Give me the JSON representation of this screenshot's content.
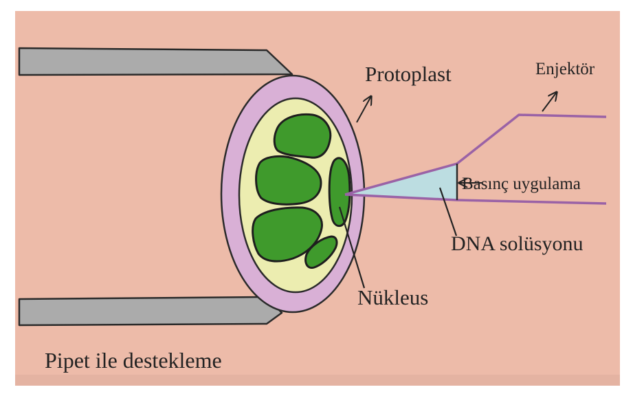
{
  "labels": {
    "protoplast": "Protoplast",
    "enjektor": "Enjektör",
    "basinc": "Basınç uygulama",
    "dna": "DNA solüsyonu",
    "nukleus": "Nükleus",
    "pipet": "Pipet ile destekleme"
  },
  "colors": {
    "background": "#EDBBA9",
    "cell_wall": "#D9B0D6",
    "cytoplasm": "#ECEDB0",
    "chloroplast": "#3F9A2C",
    "pipette": "#ABABAB",
    "injector_line": "#9A62A6",
    "dna_solution": "#BCDDE1"
  },
  "icons": [
    "arrow-icon"
  ]
}
